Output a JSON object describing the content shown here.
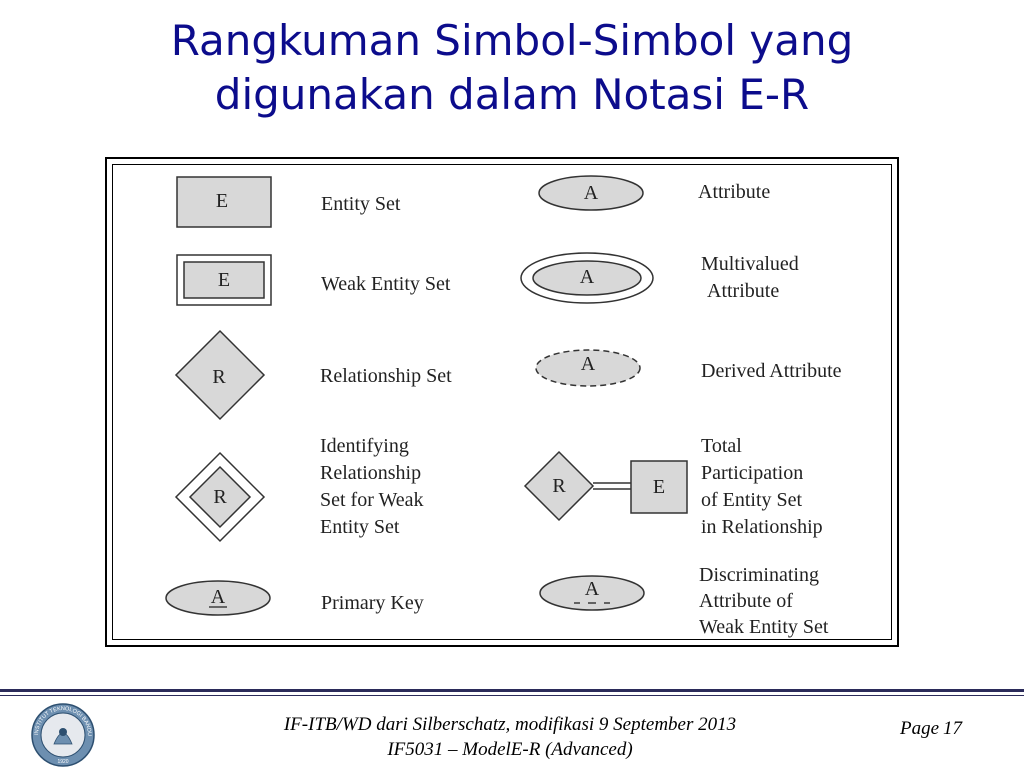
{
  "title": {
    "line1": "Rangkuman Simbol-Simbol yang",
    "line2": "digunakan dalam Notasi E-R"
  },
  "symbols": {
    "entity_letter": "E",
    "relationship_letter": "R",
    "attribute_letter": "A"
  },
  "labels": {
    "entity_set": "Entity Set",
    "weak_entity_set": "Weak Entity Set",
    "relationship_set": "Relationship Set",
    "identifying_relationship": [
      "Identifying",
      "Relationship",
      "Set for Weak",
      "Entity Set"
    ],
    "primary_key": "Primary Key",
    "attribute": "Attribute",
    "multivalued_attribute": [
      "Multivalued",
      "Attribute"
    ],
    "derived_attribute": "Derived Attribute",
    "total_participation": [
      "Total",
      "Participation",
      "of Entity Set",
      "in Relationship"
    ],
    "discriminating_attribute": [
      "Discriminating",
      "Attribute of",
      "Weak Entity Set"
    ]
  },
  "colors": {
    "title": "#0c0c8c",
    "shape_fill": "#d8d8d8",
    "footer_rule": "#2b2b5a"
  },
  "footer": {
    "line1": "IF-ITB/WD dari Silberschatz, modifikasi 9 September 2013",
    "line2": "IF5031 – ModelE-R (Advanced)",
    "page_label": "Page",
    "page_number": "17",
    "logo_text": "INSTITUT TEKNOLOGI BANDUNG",
    "logo_year": "1920"
  }
}
